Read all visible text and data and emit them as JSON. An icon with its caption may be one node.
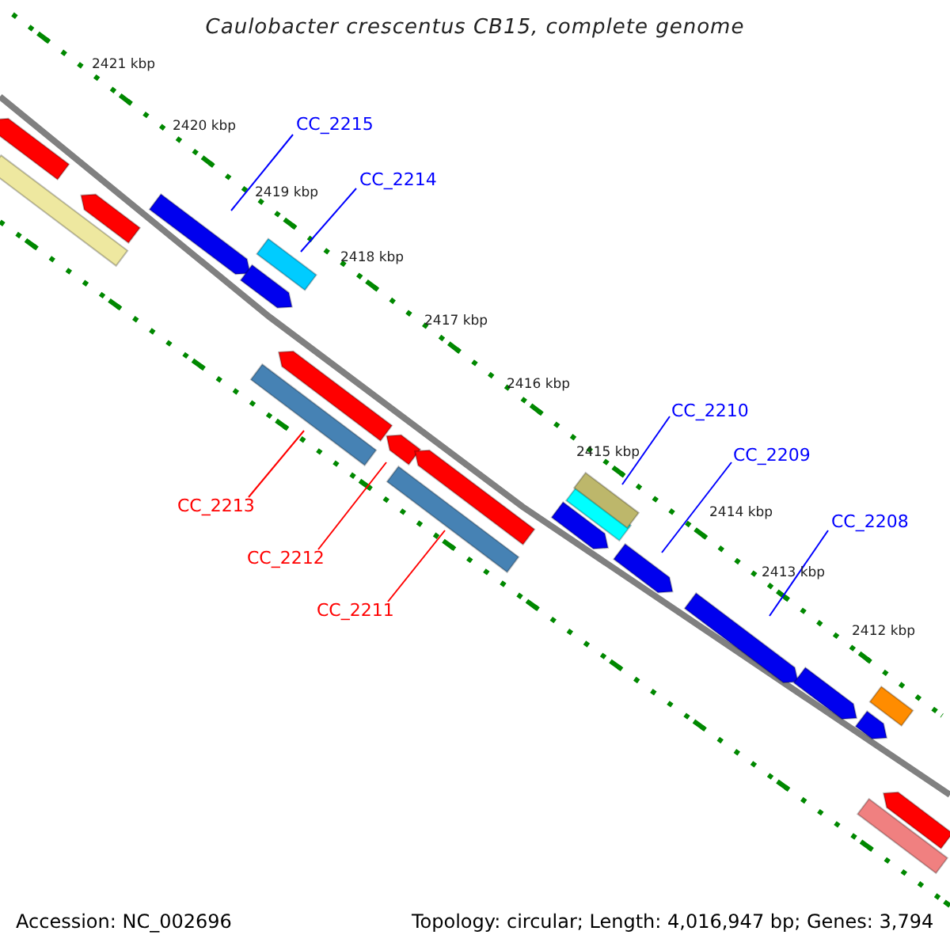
{
  "diagram": {
    "title": "Caulobacter crescentus CB15, complete genome",
    "nodes": [
      {
        "text": [],
        "shape": "arrow"
      },
      {
        "text": [],
        "shape": "bar"
      },
      {
        "text": [],
        "shape": "arrow"
      },
      {
        "text": [
          "CC_2215"
        ]
      },
      {
        "text": [],
        "shape": "arrow"
      },
      {
        "text": [],
        "shape": "arrow"
      },
      {
        "text": [
          "CC_2214"
        ]
      },
      {
        "text": [],
        "shape": "bar"
      },
      {
        "text": [
          "CC_2213"
        ]
      },
      {
        "text": [],
        "shape": "bar"
      },
      {
        "text": [],
        "shape": "arrow"
      },
      {
        "text": [
          "CC_2212"
        ]
      },
      {
        "text": [],
        "shape": "arrow"
      },
      {
        "text": [],
        "shape": "arrow"
      },
      {
        "text": [
          "CC_2211"
        ]
      },
      {
        "text": [],
        "shape": "bar"
      },
      {
        "text": [
          "CC_2210"
        ]
      },
      {
        "text": [],
        "shape": "bar"
      },
      {
        "text": [],
        "shape": "bar"
      },
      {
        "text": [],
        "shape": "arrow"
      },
      {
        "text": [
          "CC_2209"
        ]
      },
      {
        "text": [],
        "shape": "arrow"
      },
      {
        "text": [
          "CC_2208"
        ]
      },
      {
        "text": [],
        "shape": "arrow"
      },
      {
        "text": [],
        "shape": "arrow"
      },
      {
        "text": [],
        "shape": "arrow"
      },
      {
        "text": [],
        "shape": "bar"
      },
      {
        "text": [],
        "shape": "arrow"
      },
      {
        "text": [],
        "shape": "bar"
      }
    ],
    "edges": [
      {
        "from": 3,
        "to": 4,
        "arrow": "none"
      },
      {
        "from": 6,
        "to": 7,
        "arrow": "none"
      },
      {
        "from": 8,
        "to": 9,
        "arrow": "none",
        "color": "#ff0000"
      },
      {
        "from": 11,
        "to": 12,
        "arrow": "none",
        "color": "#ff0000"
      },
      {
        "from": 14,
        "to": 15,
        "arrow": "none",
        "color": "#ff0000"
      },
      {
        "from": 16,
        "to": 17,
        "arrow": "none"
      },
      {
        "from": 20,
        "to": 21,
        "arrow": "none"
      },
      {
        "from": 22,
        "to": 23,
        "arrow": "none"
      }
    ],
    "labels": [
      "2421 kbp",
      "2420 kbp",
      "2419 kbp",
      "2418 kbp",
      "2417 kbp",
      "2416 kbp",
      "2415 kbp",
      "2414 kbp",
      "2413 kbp",
      "2412 kbp",
      "Accession: NC_002696",
      "Topology: circular; Length: 4,016,947 bp; Genes: 3,794"
    ]
  }
}
